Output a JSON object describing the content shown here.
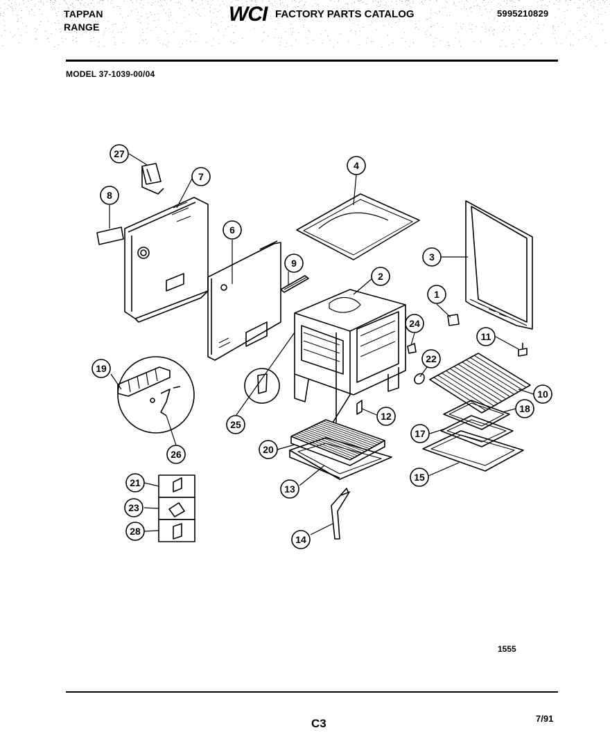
{
  "header": {
    "brand": "TAPPAN",
    "product": "RANGE",
    "logo": "WCI",
    "catalog_title": "FACTORY PARTS CATALOG",
    "catalog_number": "5995210829",
    "model": "MODEL 37-1039-00/04"
  },
  "callouts": [
    "27",
    "7",
    "8",
    "6",
    "9",
    "4",
    "2",
    "3",
    "1",
    "24",
    "11",
    "22",
    "10",
    "18",
    "12",
    "17",
    "15",
    "19",
    "26",
    "25",
    "20",
    "13",
    "21",
    "23",
    "28",
    "14"
  ],
  "footer": {
    "figure_number": "1555",
    "page": "C3",
    "date": "7/91"
  }
}
